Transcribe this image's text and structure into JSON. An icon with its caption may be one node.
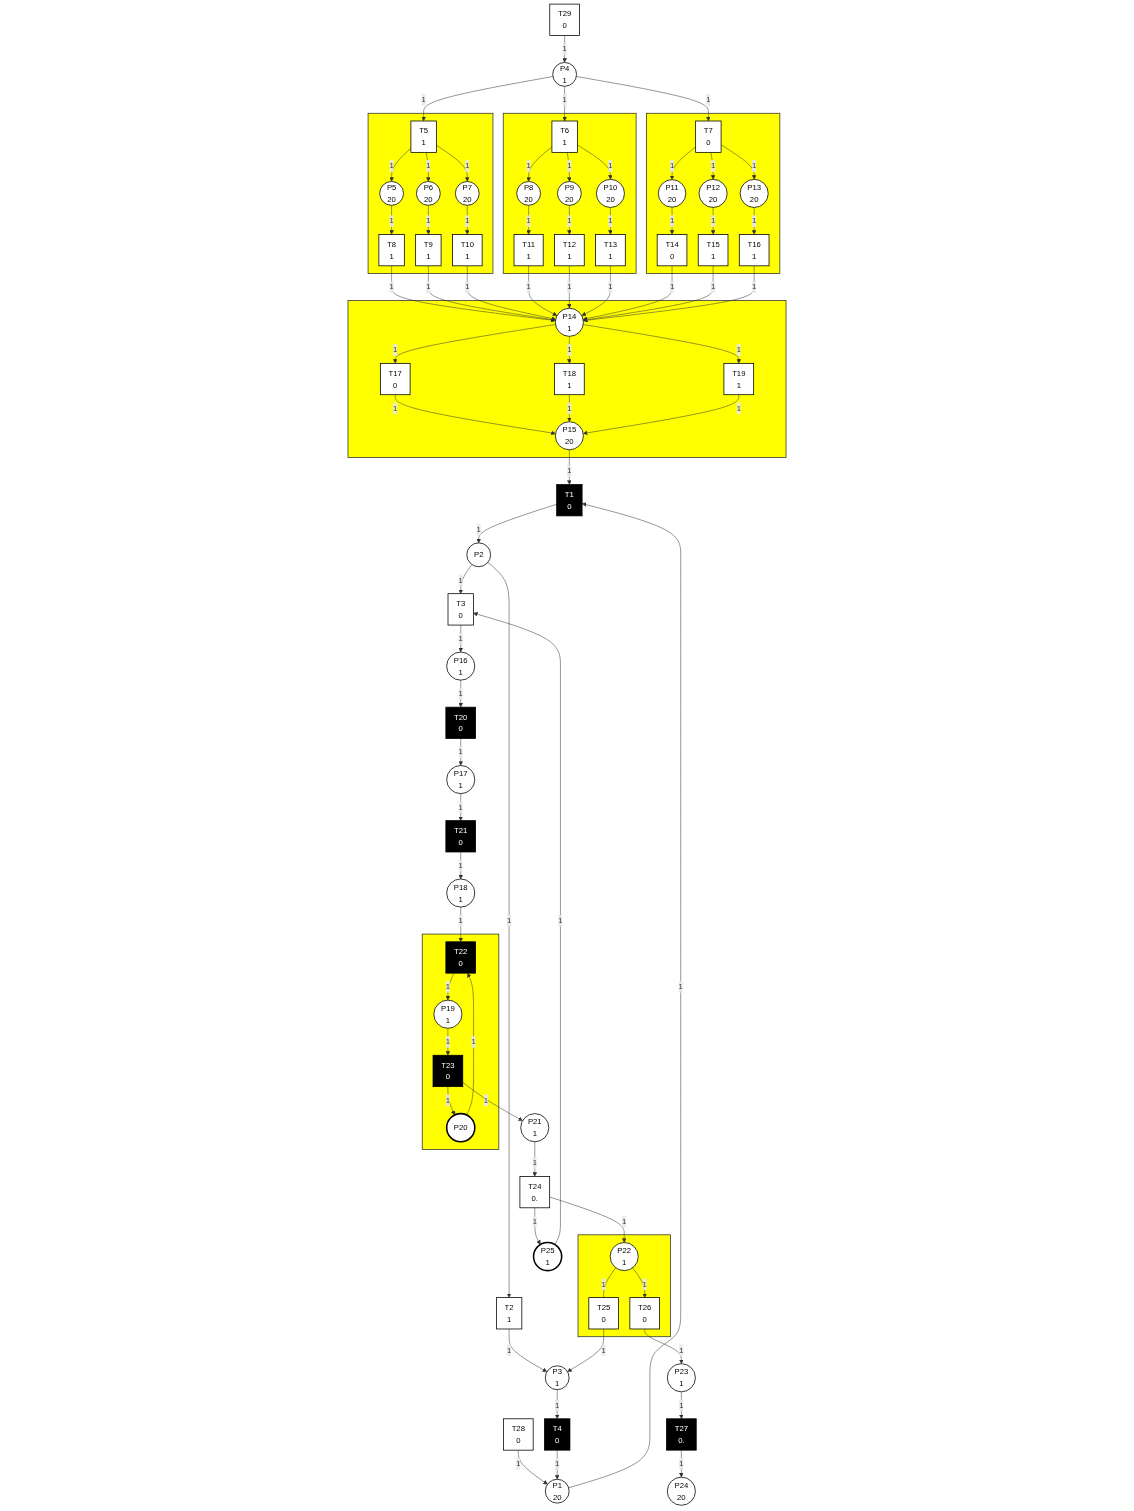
{
  "diagram": {
    "nodes": [
      {
        "text": [
          "T29",
          "0"
        ]
      },
      {
        "text": [
          "T28",
          "0"
        ]
      },
      {
        "text": [
          "P4",
          "1"
        ]
      },
      {
        "text": [
          "P1",
          "20"
        ]
      },
      {
        "text": [
          "T1",
          "0"
        ]
      },
      {
        "text": [
          "T4",
          "0"
        ]
      },
      {
        "text": [
          "P2"
        ]
      },
      {
        "text": [
          "T2",
          "1"
        ]
      },
      {
        "text": [
          "T3",
          "0"
        ]
      },
      {
        "text": [],
        "shape": "box"
      },
      {
        "text": [
          "T5",
          "1"
        ],
        "in": 9
      },
      {
        "text": [
          "P5",
          "20"
        ],
        "in": 9
      },
      {
        "text": [
          "P6",
          "20"
        ],
        "in": 9
      },
      {
        "text": [
          "P7",
          "20"
        ],
        "in": 9
      },
      {
        "text": [
          "T8",
          "1"
        ],
        "in": 9
      },
      {
        "text": [
          "T9",
          "1"
        ],
        "in": 9
      },
      {
        "text": [
          "T10",
          "1"
        ],
        "in": 9
      },
      {
        "text": [],
        "shape": "box"
      },
      {
        "text": [
          "T6",
          "1"
        ],
        "in": 17
      },
      {
        "text": [
          "P8",
          "20"
        ],
        "in": 17
      },
      {
        "text": [
          "P9",
          "20"
        ],
        "in": 17
      },
      {
        "text": [
          "P10",
          "20"
        ],
        "in": 17
      },
      {
        "text": [
          "T11",
          "1"
        ],
        "in": 17
      },
      {
        "text": [
          "T12",
          "1"
        ],
        "in": 17
      },
      {
        "text": [
          "T13",
          "1"
        ],
        "in": 17
      },
      {
        "text": [],
        "shape": "box"
      },
      {
        "text": [
          "T7",
          "0"
        ],
        "in": 25
      },
      {
        "text": [
          "P11",
          "20"
        ],
        "in": 25
      },
      {
        "text": [
          "P12",
          "20"
        ],
        "in": 25
      },
      {
        "text": [
          "P13",
          "20"
        ],
        "in": 25
      },
      {
        "text": [
          "T14",
          "0"
        ],
        "in": 25
      },
      {
        "text": [
          "T15",
          "1"
        ],
        "in": 25
      },
      {
        "text": [
          "T16",
          "1"
        ],
        "in": 25
      },
      {
        "text": [
          "P3",
          "1"
        ]
      },
      {
        "text": [
          "P16",
          "1"
        ]
      },
      {
        "text": [
          "T20",
          "0"
        ]
      },
      {
        "text": [
          "P17",
          "1"
        ]
      },
      {
        "text": [],
        "shape": "box"
      },
      {
        "text": [
          "P14",
          "1"
        ],
        "in": 37
      },
      {
        "text": [
          "T17",
          "0"
        ],
        "in": 37
      },
      {
        "text": [
          "T18",
          "1"
        ],
        "in": 37
      },
      {
        "text": [
          "T19",
          "1"
        ],
        "in": 37
      },
      {
        "text": [
          "P15",
          "20"
        ],
        "in": 37
      },
      {
        "text": [
          "P25",
          "1"
        ]
      },
      {
        "text": [
          "T21",
          "0"
        ]
      },
      {
        "text": [
          "P18",
          "1"
        ]
      },
      {
        "text": [],
        "shape": "box"
      },
      {
        "text": [
          "T22",
          "0"
        ],
        "in": 46
      },
      {
        "text": [
          "P19",
          "1"
        ],
        "in": 46
      },
      {
        "text": [
          "P20"
        ],
        "in": 46
      },
      {
        "text": [
          "T23",
          "0"
        ],
        "in": 46
      },
      {
        "text": [
          "P21",
          "1"
        ]
      },
      {
        "text": [
          "T24",
          "0."
        ]
      },
      {
        "text": [],
        "shape": "box"
      },
      {
        "text": [
          "P22",
          "1"
        ],
        "in": 53
      },
      {
        "text": [
          "T25",
          "0"
        ],
        "in": 53
      },
      {
        "text": [
          "T26",
          "0"
        ],
        "in": 53
      },
      {
        "text": [
          "P23",
          "1"
        ]
      },
      {
        "text": [
          "T27",
          "0."
        ]
      },
      {
        "text": [
          "P24",
          "20"
        ]
      }
    ],
    "edges": [
      {
        "from": 0,
        "to": 2,
        "arrow": "to",
        "label": "1"
      },
      {
        "from": 1,
        "to": 3,
        "arrow": "to",
        "label": "1"
      },
      {
        "from": 2,
        "to": 10,
        "arrow": "to",
        "label": "1"
      },
      {
        "from": 2,
        "to": 18,
        "arrow": "to",
        "label": "1"
      },
      {
        "from": 2,
        "to": 26,
        "arrow": "to",
        "label": "1"
      },
      {
        "from": 10,
        "to": 11,
        "arrow": "to",
        "label": "1"
      },
      {
        "from": 10,
        "to": 12,
        "arrow": "to",
        "label": "1"
      },
      {
        "from": 10,
        "to": 13,
        "arrow": "to",
        "label": "1"
      },
      {
        "from": 18,
        "to": 19,
        "arrow": "to",
        "label": "1"
      },
      {
        "from": 18,
        "to": 20,
        "arrow": "to",
        "label": "1"
      },
      {
        "from": 18,
        "to": 21,
        "arrow": "to",
        "label": "1"
      },
      {
        "from": 26,
        "to": 27,
        "arrow": "to",
        "label": "1"
      },
      {
        "from": 26,
        "to": 28,
        "arrow": "to",
        "label": "1"
      },
      {
        "from": 26,
        "to": 29,
        "arrow": "to",
        "label": "1"
      },
      {
        "from": 11,
        "to": 14,
        "arrow": "to",
        "label": "1"
      },
      {
        "from": 12,
        "to": 15,
        "arrow": "to",
        "label": "1"
      },
      {
        "from": 13,
        "to": 16,
        "arrow": "to",
        "label": "1"
      },
      {
        "from": 19,
        "to": 22,
        "arrow": "to",
        "label": "1"
      },
      {
        "from": 20,
        "to": 23,
        "arrow": "to",
        "label": "1"
      },
      {
        "from": 21,
        "to": 24,
        "arrow": "to",
        "label": "1"
      },
      {
        "from": 27,
        "to": 30,
        "arrow": "to",
        "label": "1"
      },
      {
        "from": 28,
        "to": 31,
        "arrow": "to",
        "label": "1"
      },
      {
        "from": 29,
        "to": 32,
        "arrow": "to",
        "label": "1"
      },
      {
        "from": 14,
        "to": 38,
        "arrow": "to",
        "label": "1"
      },
      {
        "from": 15,
        "to": 38,
        "arrow": "to",
        "label": "1"
      },
      {
        "from": 16,
        "to": 38,
        "arrow": "to",
        "label": "1"
      },
      {
        "from": 22,
        "to": 38,
        "arrow": "to",
        "label": "1"
      },
      {
        "from": 23,
        "to": 38,
        "arrow": "to",
        "label": "1"
      },
      {
        "from": 24,
        "to": 38,
        "arrow": "to",
        "label": "1"
      },
      {
        "from": 30,
        "to": 38,
        "arrow": "to",
        "label": "1"
      },
      {
        "from": 31,
        "to": 38,
        "arrow": "to",
        "label": "1"
      },
      {
        "from": 32,
        "to": 38,
        "arrow": "to",
        "label": "1"
      },
      {
        "from": 38,
        "to": 39,
        "arrow": "to",
        "label": "1"
      },
      {
        "from": 38,
        "to": 40,
        "arrow": "to",
        "label": "1"
      },
      {
        "from": 38,
        "to": 41,
        "arrow": "to",
        "label": "1"
      },
      {
        "from": 39,
        "to": 42,
        "arrow": "to",
        "label": "1"
      },
      {
        "from": 40,
        "to": 42,
        "arrow": "to",
        "label": "1"
      },
      {
        "from": 41,
        "to": 42,
        "arrow": "to",
        "label": "1"
      },
      {
        "from": 42,
        "to": 4,
        "arrow": "to",
        "label": "1"
      },
      {
        "from": 3,
        "to": 4,
        "arrow": "to",
        "label": "1"
      },
      {
        "from": 4,
        "to": 6,
        "arrow": "to",
        "label": "1"
      },
      {
        "from": 5,
        "to": 3,
        "arrow": "to",
        "label": "1"
      },
      {
        "from": 33,
        "to": 5,
        "arrow": "to",
        "label": "1"
      },
      {
        "from": 6,
        "to": 7,
        "arrow": "to",
        "label": "1"
      },
      {
        "from": 6,
        "to": 8,
        "arrow": "to",
        "label": "1"
      },
      {
        "from": 7,
        "to": 33,
        "arrow": "to",
        "label": "1"
      },
      {
        "from": 8,
        "to": 34,
        "arrow": "to",
        "label": "1"
      },
      {
        "from": 43,
        "to": 8,
        "arrow": "to",
        "label": "1"
      },
      {
        "from": 34,
        "to": 35,
        "arrow": "to",
        "label": "1"
      },
      {
        "from": 35,
        "to": 36,
        "arrow": "to",
        "label": "1"
      },
      {
        "from": 36,
        "to": 44,
        "arrow": "to",
        "label": "1"
      },
      {
        "from": 44,
        "to": 45,
        "arrow": "to",
        "label": "1"
      },
      {
        "from": 45,
        "to": 47,
        "arrow": "to",
        "label": "1"
      },
      {
        "from": 47,
        "to": 48,
        "arrow": "to",
        "label": "1"
      },
      {
        "from": 49,
        "to": 47,
        "arrow": "to",
        "label": "1"
      },
      {
        "from": 48,
        "to": 50,
        "arrow": "to",
        "label": "1"
      },
      {
        "from": 50,
        "to": 49,
        "arrow": "to",
        "label": "1"
      },
      {
        "from": 50,
        "to": 51,
        "arrow": "to",
        "label": "1"
      },
      {
        "from": 51,
        "to": 52,
        "arrow": "to",
        "label": "1"
      },
      {
        "from": 52,
        "to": 43,
        "arrow": "to",
        "label": "1"
      },
      {
        "from": 52,
        "to": 54,
        "arrow": "to",
        "label": "1"
      },
      {
        "from": 54,
        "to": 55,
        "arrow": "none",
        "label": "1"
      },
      {
        "from": 54,
        "to": 56,
        "arrow": "to",
        "label": "1"
      },
      {
        "from": 55,
        "to": 33,
        "arrow": "to",
        "label": "1"
      },
      {
        "from": 56,
        "to": 57,
        "arrow": "to",
        "label": "1"
      },
      {
        "from": 57,
        "to": 58,
        "arrow": "to",
        "label": "1"
      },
      {
        "from": 58,
        "to": 59,
        "arrow": "to",
        "label": "1"
      }
    ]
  }
}
